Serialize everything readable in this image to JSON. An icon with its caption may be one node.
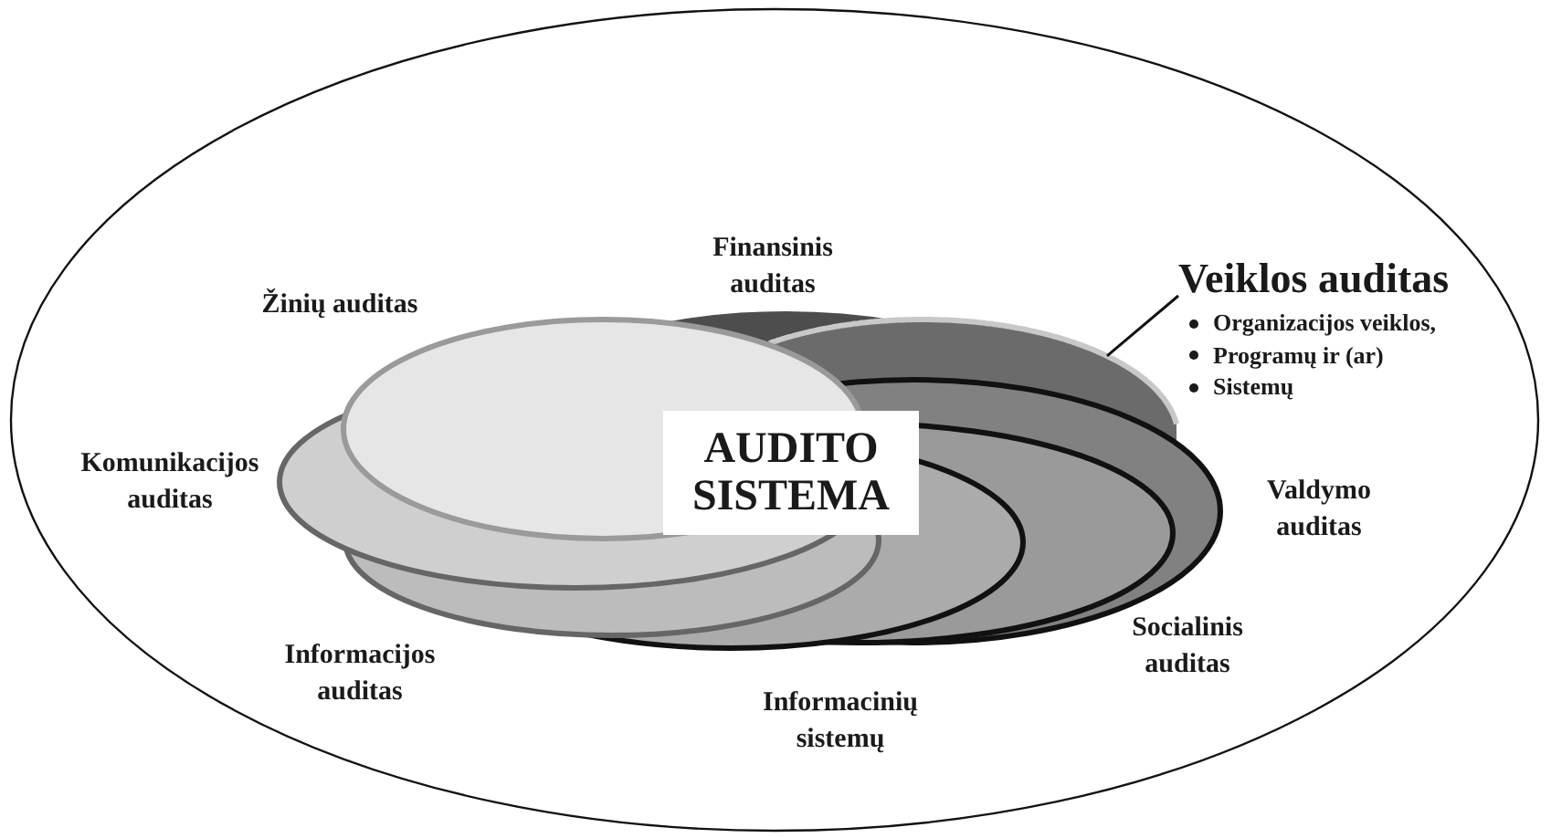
{
  "diagram": {
    "nodes": [
      {
        "text": [
          "AUDITO SISTEMA"
        ]
      },
      {
        "text": [
          "Veiklos auditas",
          "Organizacijos veiklos,",
          "Programų ir (ar)",
          "Sistemų"
        ]
      },
      {
        "text": [],
        "shape": "ellipse"
      }
    ],
    "edges": [
      {
        "from": 1,
        "to": 2,
        "arrow": "none"
      }
    ],
    "labels": [
      "Finansinis auditas",
      "Žinių auditas",
      "Komunikacijos auditas",
      "Valdymo auditas",
      "Informacijos auditas",
      "Socialinis auditas",
      "Informacinių sistemų"
    ]
  }
}
